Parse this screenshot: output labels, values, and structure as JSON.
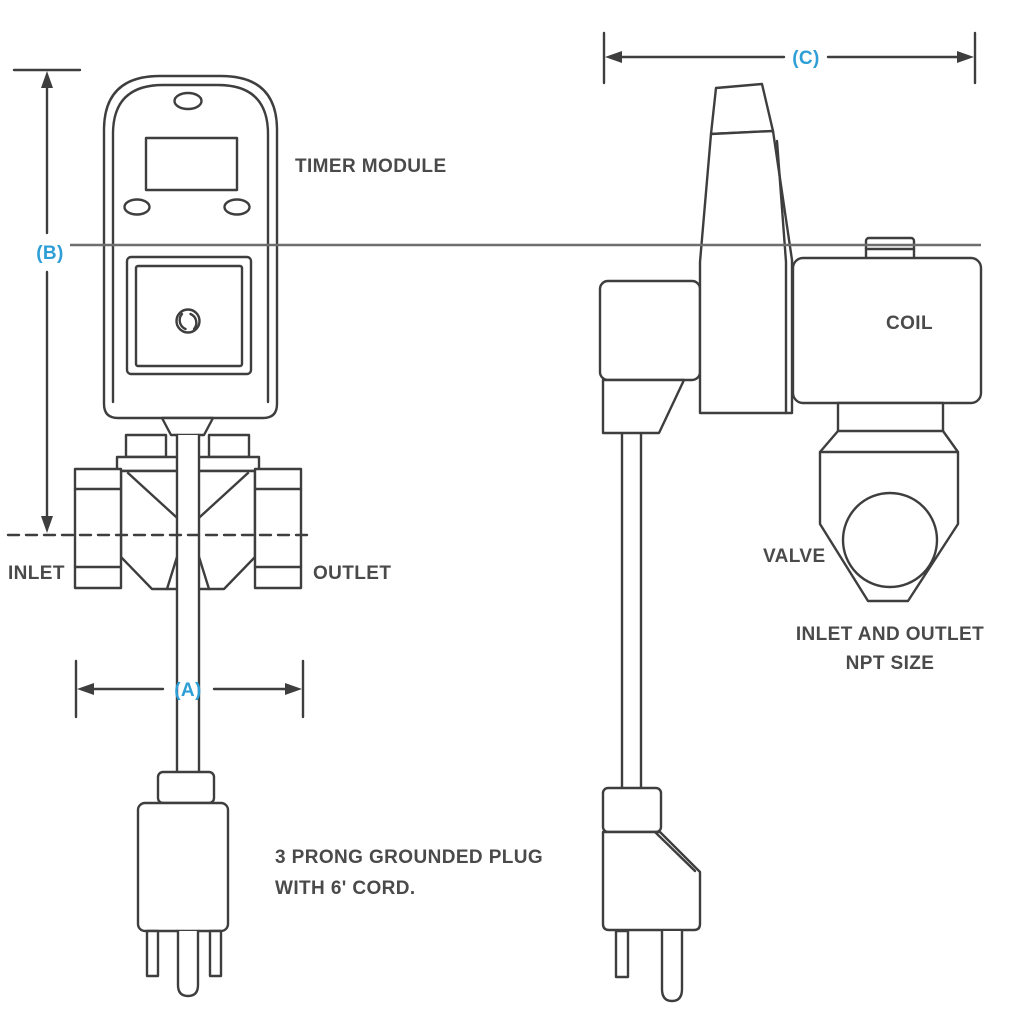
{
  "diagram": {
    "labels": {
      "timer_module": "TIMER MODULE",
      "coil": "COIL",
      "valve": "VALVE",
      "inlet": "INLET",
      "outlet": "OUTLET",
      "npt_line1": "INLET AND OUTLET",
      "npt_line2": "NPT SIZE",
      "plug_line1": "3 PRONG GROUNDED PLUG",
      "plug_line2": "WITH 6' CORD.",
      "dim_a": "(A)",
      "dim_b": "(B)",
      "dim_c": "(C)"
    },
    "colors": {
      "line": "#3e3e3e",
      "section_line": "#6e6e6e",
      "text": "#4a4a4a",
      "accent": "#2e9ed6",
      "background": "#ffffff"
    }
  }
}
